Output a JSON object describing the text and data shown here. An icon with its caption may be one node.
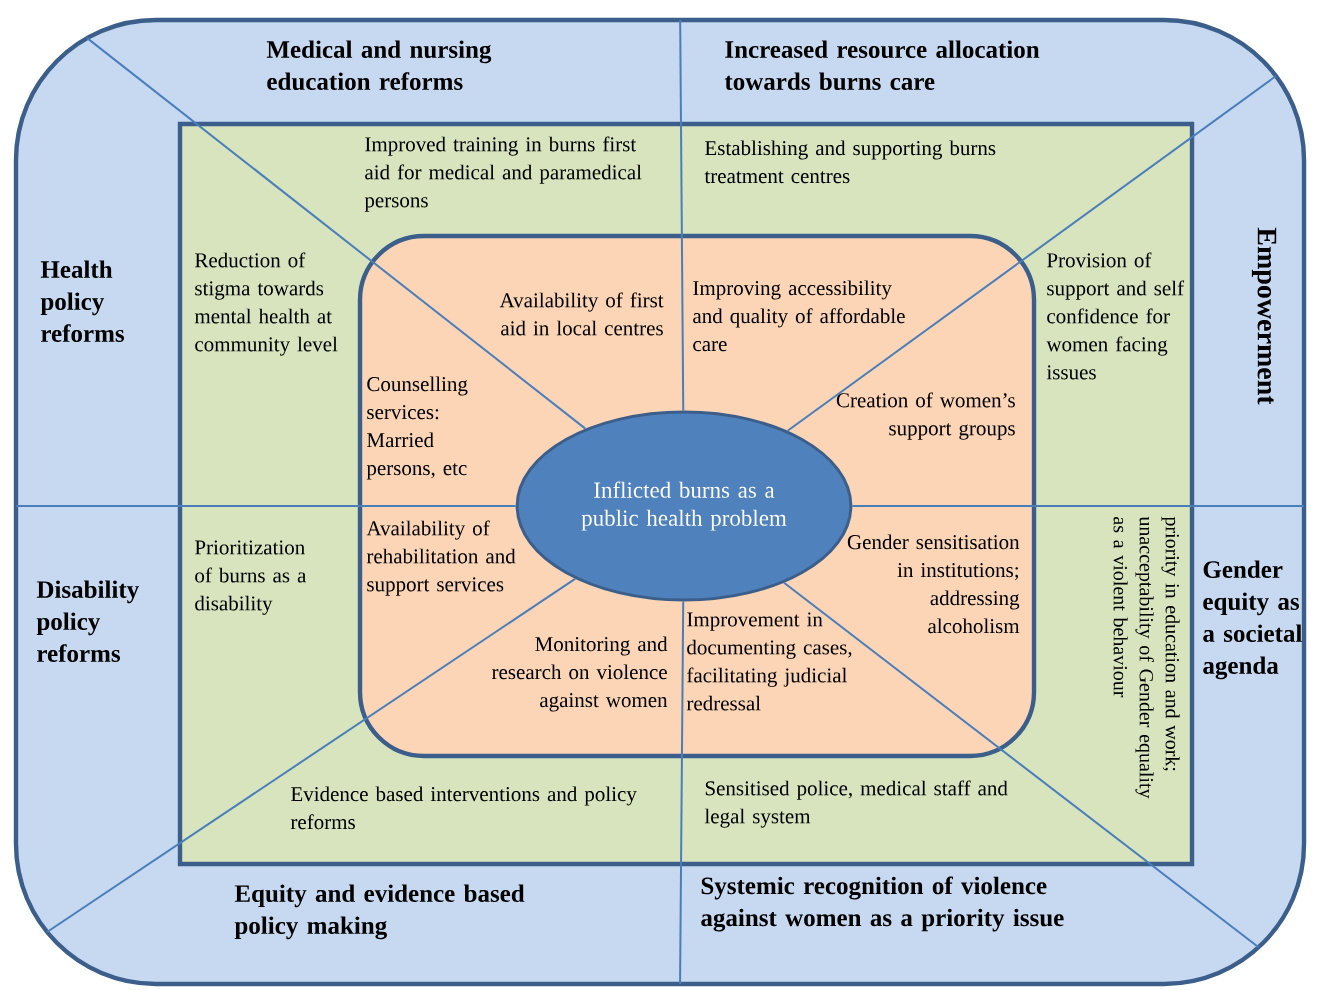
{
  "diagram": {
    "nodes": [
      {
        "text": [
          "Medical and nursing education reforms",
          "Increased resource allocation towards burns care",
          "Health policy reforms",
          "Empowerment",
          "Disability policy reforms",
          "Gender equity as a societal agenda",
          "Equity and evidence based policy making",
          "Systemic recognition of violence against women as a priority issue"
        ]
      },
      {
        "text": [
          "Improved training in burns first aid for medical and paramedical persons",
          "Establishing and supporting burns treatment centres",
          "Reduction of stigma towards mental health at community level",
          "Provision of support and self confidence for women facing issues",
          "Prioritization of burns as a disability",
          "priority in education and work; unacceptability of Gender equality as a violent behaviour",
          "Evidence based interventions and policy reforms",
          "Sensitised police, medical staff and legal system"
        ],
        "in": 0
      },
      {
        "text": [
          "Availability of first aid in local centres",
          "Improving accessibility and quality of affordable care",
          "Counselling services: Married persons, etc",
          "Creation of women’s support groups",
          "Availability of rehabilitation and support services",
          "Gender sensitisation in institutions; addressing alcoholism",
          "Monitoring and research on violence against women",
          "Improvement in documenting cases, facilitating judicial redressal"
        ],
        "in": 1
      },
      {
        "text": [
          "Inflicted burns as a public health problem"
        ],
        "in": 2
      }
    ]
  }
}
